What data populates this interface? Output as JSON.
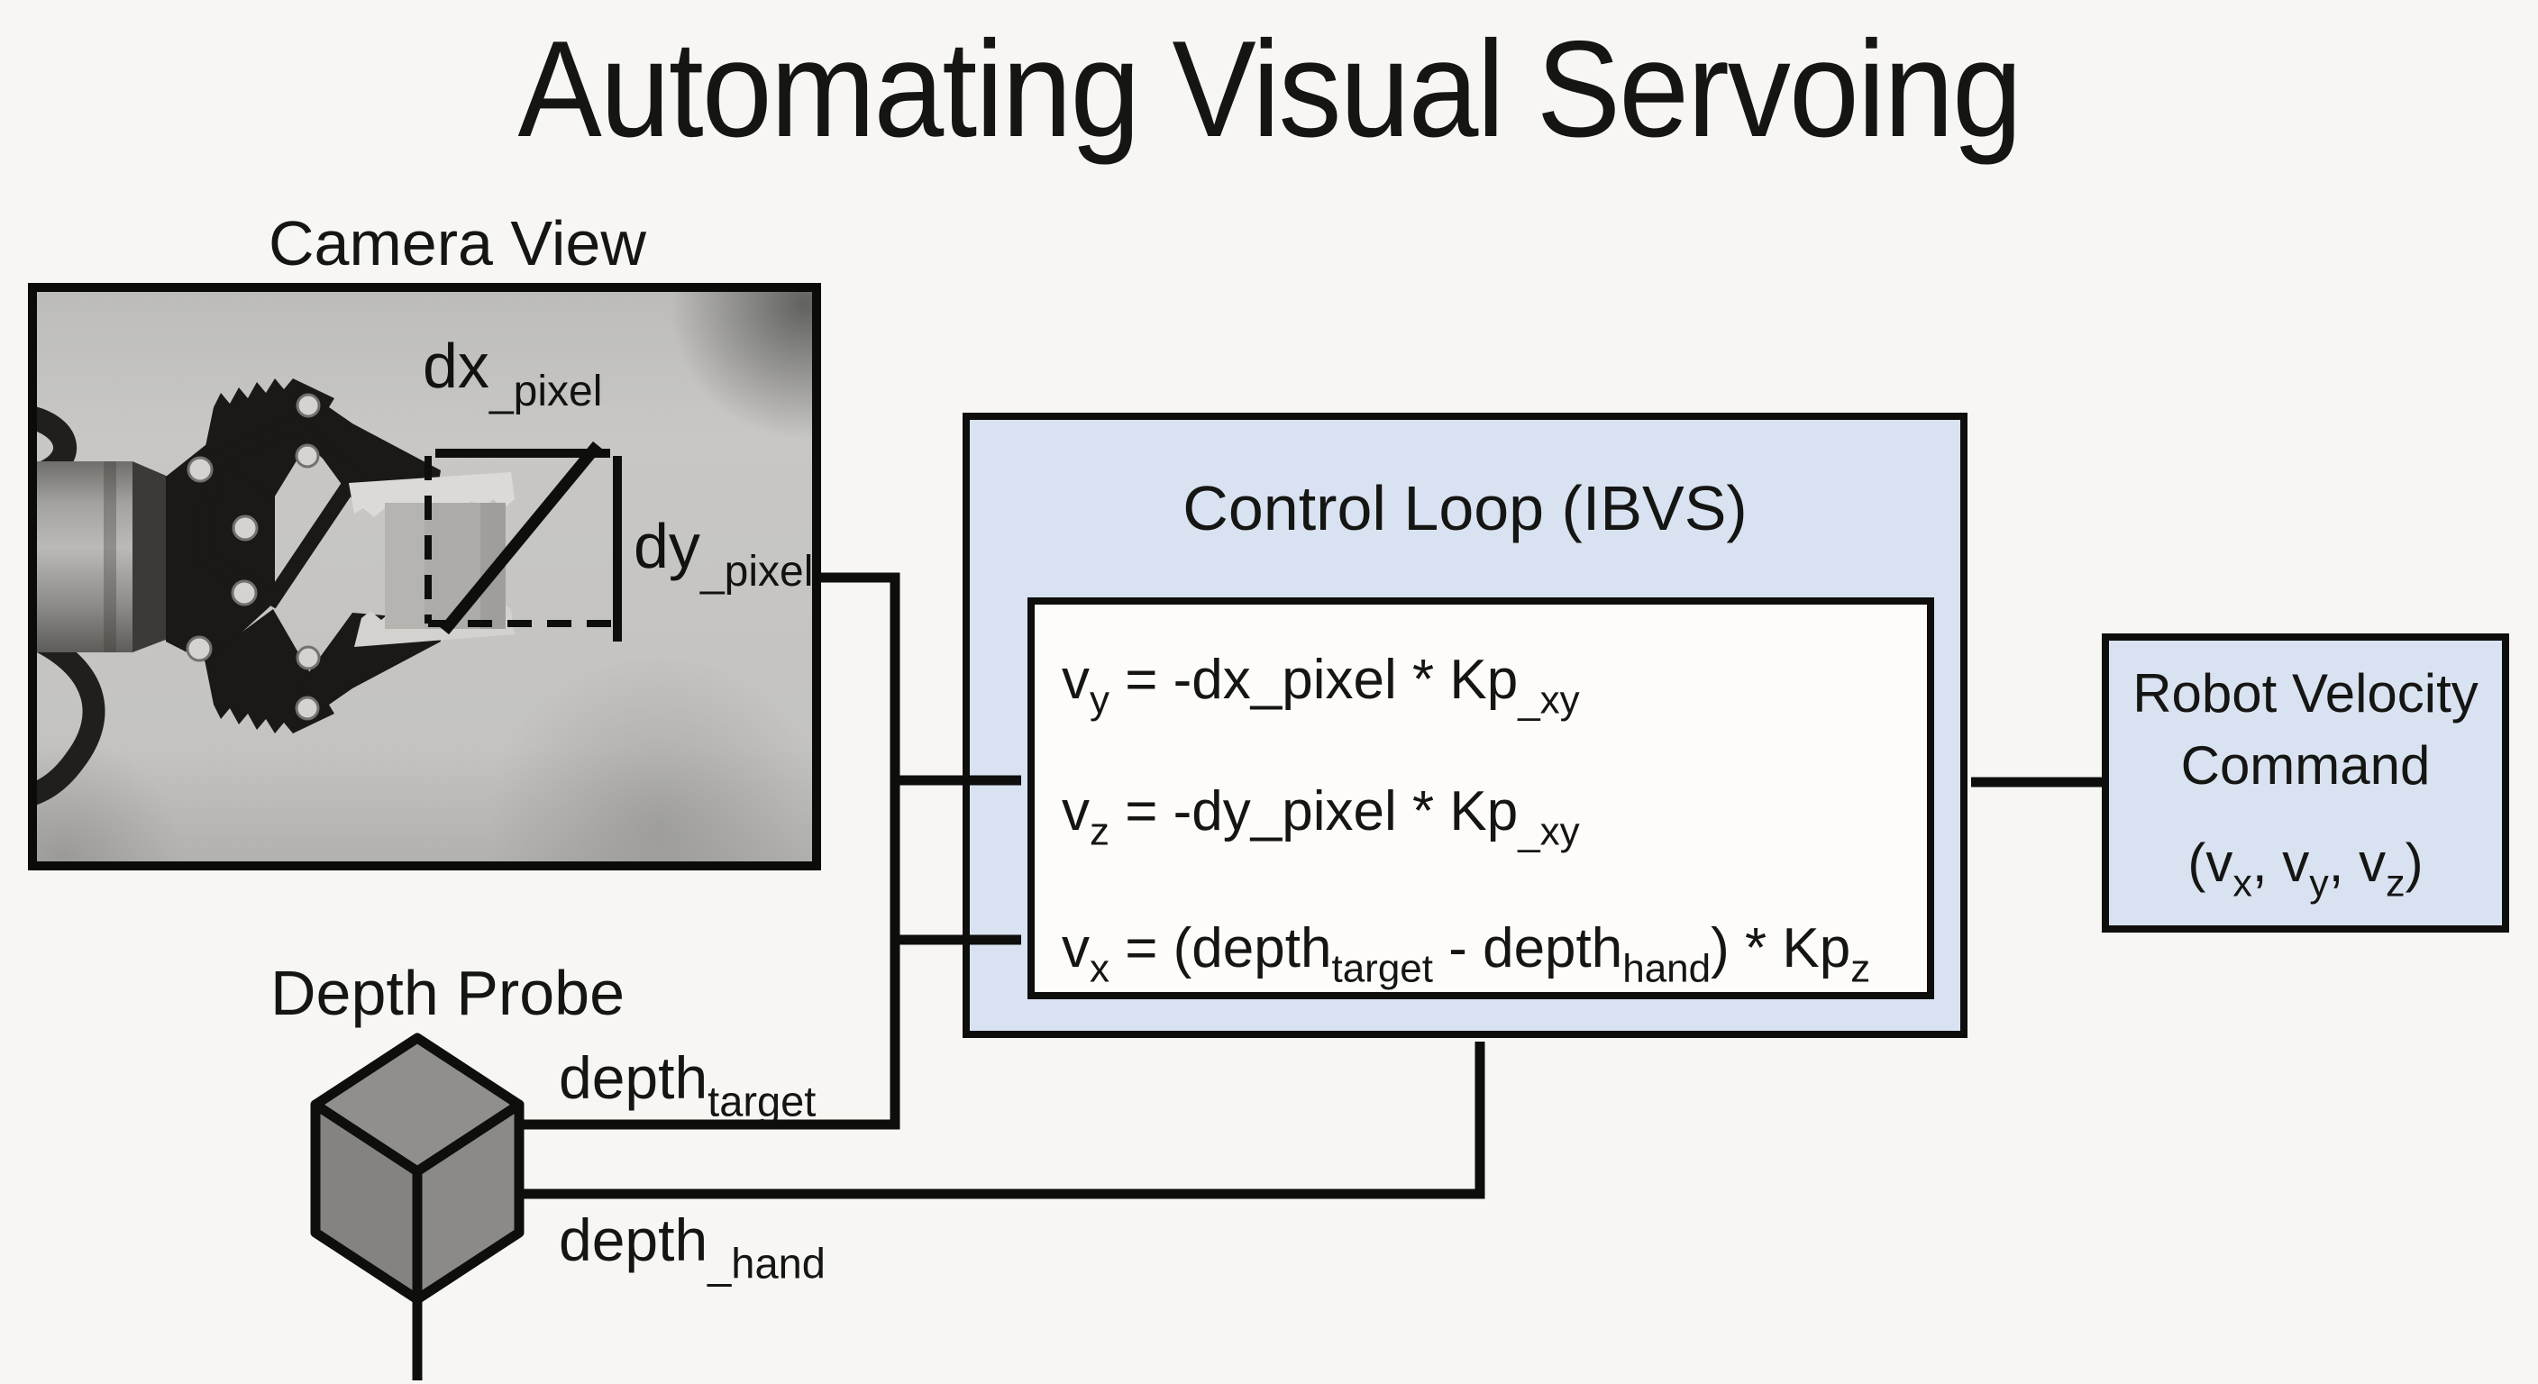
{
  "title": "Automating Visual Servoing",
  "camera_view": {
    "label": "Camera View",
    "dx_label": {
      "base": "dx",
      "sub": "_pixel"
    },
    "dy_label": {
      "base": "dy",
      "sub": "_pixel"
    }
  },
  "control_loop": {
    "title": "Control Loop (IBVS)",
    "equations": {
      "eq1": {
        "p1": "v",
        "s1": "y",
        "p2": " = -dx_pixel * Kp",
        "s2": "_xy"
      },
      "eq2": {
        "p1": "v",
        "s1": "z",
        "p2": " = -dy_pixel * Kp",
        "s2": "_xy"
      },
      "eq3": {
        "p1": "v",
        "s1": "x",
        "p2": " = (depth",
        "s2": "target",
        "p3": " - depth",
        "s3": "hand",
        "p4": ") * Kp",
        "s4": "z"
      }
    }
  },
  "robot_velocity": {
    "line1": "Robot Velocity",
    "line2": "Command",
    "vector": {
      "p1": "(v",
      "s1": "x",
      "p2": ", v",
      "s2": "y",
      "p3": ", v",
      "s3": "z",
      "p4": ")"
    }
  },
  "depth_probe": {
    "label": "Depth Probe",
    "target_label": {
      "base": "depth",
      "sub": "target"
    },
    "hand_label": {
      "base": "depth",
      "sub": "_hand"
    }
  },
  "colors": {
    "page_bg": "#f7f6f2",
    "text_color": "#151513",
    "line_color": "#0e0e0c",
    "box_fill": "#d8e2f0",
    "box_border": "#0e0e0c",
    "inner_fill": "#fdfcfa",
    "photo_bg": "#c6c5c2",
    "cube_fill": "#8b8a87"
  }
}
